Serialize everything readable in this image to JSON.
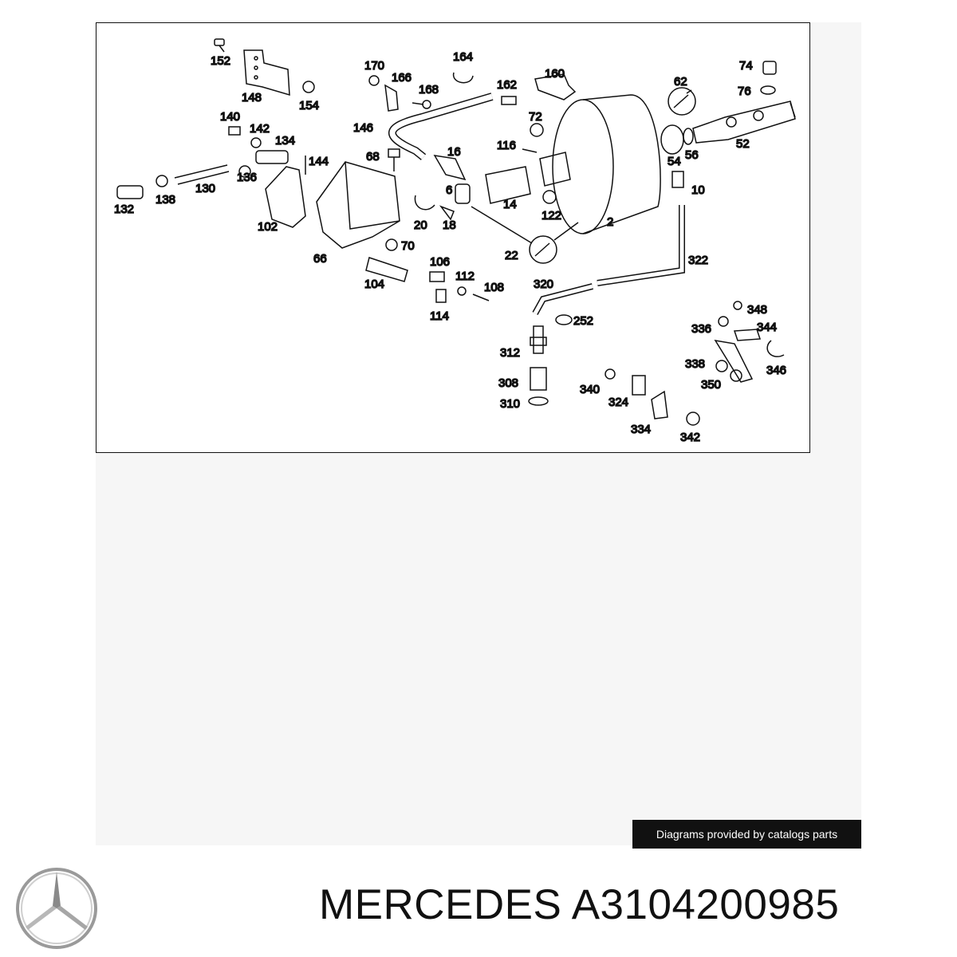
{
  "diagram": {
    "labels": [
      "152",
      "148",
      "154",
      "170",
      "166",
      "168",
      "164",
      "162",
      "160",
      "62",
      "74",
      "76",
      "140",
      "142",
      "134",
      "144",
      "146",
      "68",
      "16",
      "116",
      "72",
      "54",
      "56",
      "52",
      "132",
      "138",
      "130",
      "136",
      "102",
      "20",
      "18",
      "6",
      "14",
      "122",
      "2",
      "10",
      "66",
      "70",
      "104",
      "106",
      "112",
      "108",
      "114",
      "22",
      "320",
      "322",
      "252",
      "312",
      "308",
      "310",
      "348",
      "336",
      "344",
      "338",
      "350",
      "346",
      "340",
      "324",
      "334",
      "342"
    ]
  },
  "watermark": {
    "text": "Diagrams provided by catalogs parts"
  },
  "brand": {
    "name": "MERCEDES",
    "part_number": "A3104200985",
    "logo_icon": "mercedes-star-icon"
  },
  "colors": {
    "line": "#111111",
    "background_panel": "#f6f6f6",
    "credit_bg": "#111111"
  }
}
